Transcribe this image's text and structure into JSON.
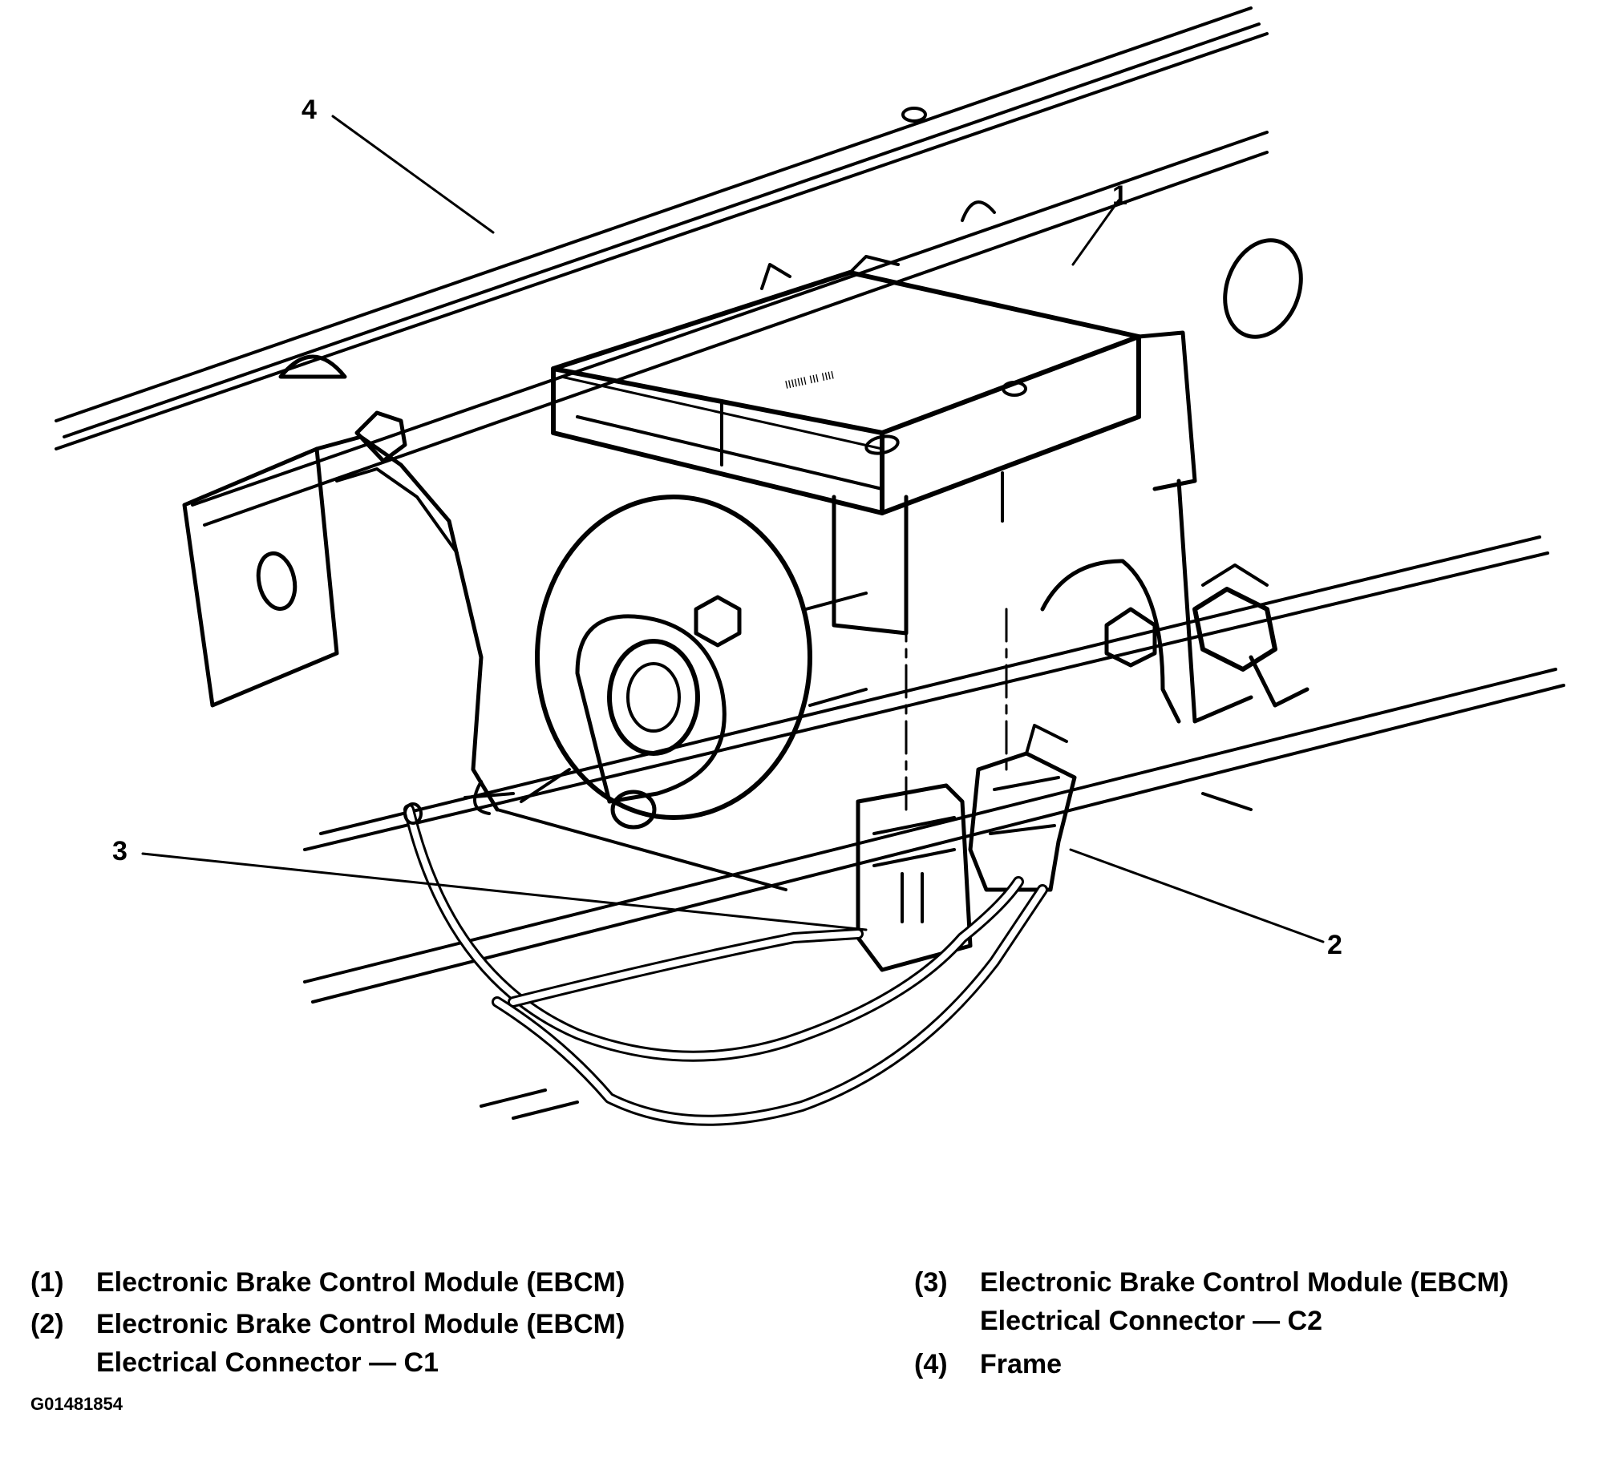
{
  "callouts": [
    "1",
    "2",
    "3",
    "4"
  ],
  "legend": [
    {
      "num": "(1)",
      "lines": [
        "Electronic Brake Control Module (EBCM)"
      ]
    },
    {
      "num": "(2)",
      "lines": [
        "Electronic Brake Control Module (EBCM)",
        "Electrical Connector — C1"
      ]
    },
    {
      "num": "(3)",
      "lines": [
        "Electronic Brake Control Module (EBCM)",
        "Electrical Connector — C2"
      ]
    },
    {
      "num": "(4)",
      "lines": [
        "Frame"
      ]
    }
  ],
  "figure_id": "G01481854",
  "module_marking": "IIIIIII III IIII"
}
